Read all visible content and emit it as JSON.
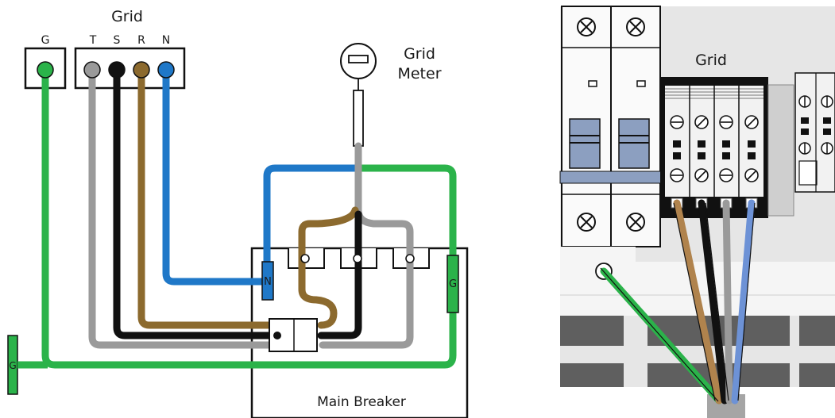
{
  "left_diagram": {
    "grid_label": "Grid",
    "terminals": [
      "G",
      "T",
      "S",
      "R",
      "N"
    ],
    "meter_label_line1": "Grid",
    "meter_label_line2": "Meter",
    "neutral_tag": "N",
    "ground_tag": "G",
    "ground_rod_tag": "G",
    "breaker_label": "Main Breaker"
  },
  "right_photo": {
    "grid_label": "Grid"
  },
  "colors": {
    "green": "#2bb34a",
    "gray": "#9a9a9a",
    "black": "#111111",
    "brown": "#8c6a2e",
    "blue": "#1f78c8",
    "photo_brown": "#b0834d",
    "photo_blue": "#6d92d6",
    "breaker_blue": "#8c9fc0"
  }
}
